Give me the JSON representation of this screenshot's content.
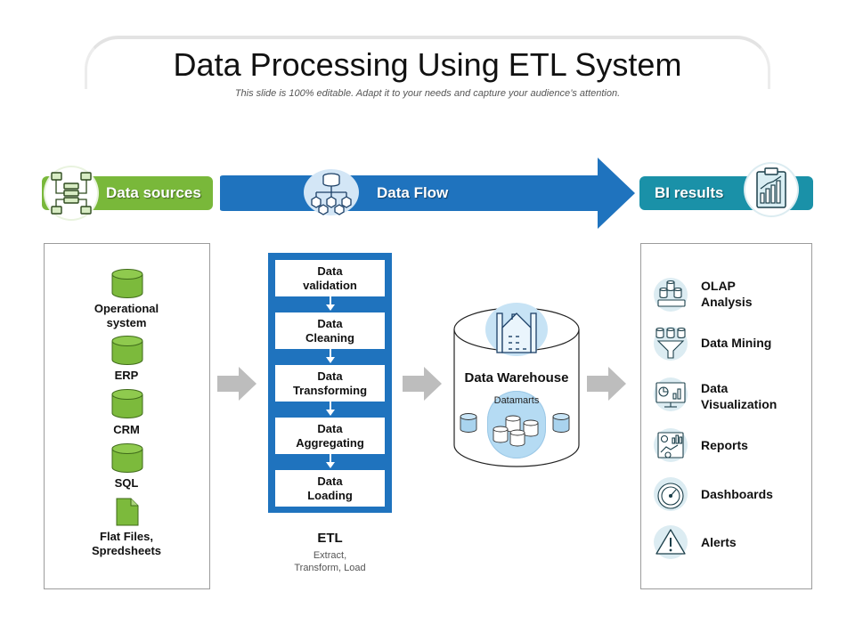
{
  "header": {
    "title": "Data Processing Using ETL System",
    "subtitle": "This slide is 100% editable. Adapt it to your needs and capture your audience’s attention."
  },
  "banners": {
    "data_sources": "Data sources",
    "data_flow": "Data Flow",
    "bi_results": "BI results"
  },
  "sources": [
    {
      "label_lines": [
        "Operational",
        "system"
      ],
      "icon": "cylinder-icon"
    },
    {
      "label_lines": [
        "ERP"
      ],
      "icon": "cylinder-icon"
    },
    {
      "label_lines": [
        "CRM"
      ],
      "icon": "cylinder-icon"
    },
    {
      "label_lines": [
        "SQL"
      ],
      "icon": "cylinder-icon"
    },
    {
      "label_lines": [
        "Flat Files,",
        "Spredsheets"
      ],
      "icon": "file-icon"
    }
  ],
  "etl": {
    "steps": [
      {
        "lines": [
          "Data",
          "validation"
        ]
      },
      {
        "lines": [
          "Data",
          "Cleaning"
        ]
      },
      {
        "lines": [
          "Data",
          "Transforming"
        ]
      },
      {
        "lines": [
          "Data",
          "Aggregating"
        ]
      },
      {
        "lines": [
          "Data",
          "Loading"
        ]
      }
    ],
    "label": "ETL",
    "caption_lines": [
      "Extract,",
      "Transform, Load"
    ]
  },
  "warehouse": {
    "title": "Data Warehouse",
    "datamarts": "Datamarts"
  },
  "bi": [
    {
      "lines": [
        "OLAP",
        "Analysis"
      ],
      "icon": "olap-icon"
    },
    {
      "lines": [
        "Data Mining"
      ],
      "icon": "data-mining-icon"
    },
    {
      "lines": [
        "Data",
        "Visualization"
      ],
      "icon": "data-visualization-icon"
    },
    {
      "lines": [
        "Reports"
      ],
      "icon": "reports-icon"
    },
    {
      "lines": [
        "Dashboards"
      ],
      "icon": "dashboard-gauge-icon"
    },
    {
      "lines": [
        "Alerts"
      ],
      "icon": "alert-triangle-icon"
    }
  ],
  "colors": {
    "green": "#79b83a",
    "blue": "#1f73be",
    "teal": "#1a91a8",
    "cylinder_green": "#7cba3c",
    "light_blue": "#a9d3ee",
    "arrow_gray": "#bdbdbd"
  }
}
